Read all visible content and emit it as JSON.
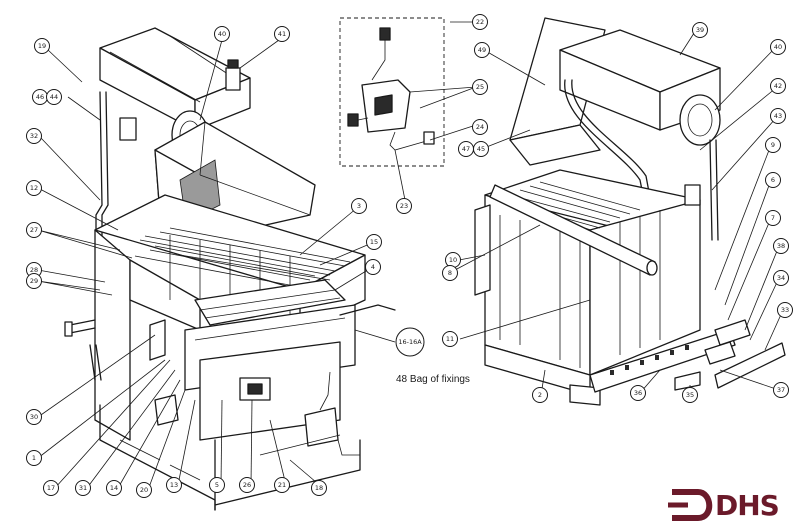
{
  "diagram": {
    "note": "48 Bag of fixings",
    "logo_text": "DHS",
    "brand_color": "#6b1a2a",
    "callouts_left": [
      "19",
      "46",
      "44",
      "32",
      "12",
      "27",
      "28",
      "29",
      "30",
      "1",
      "17",
      "31",
      "14",
      "20",
      "13",
      "5",
      "26",
      "21",
      "18",
      "40",
      "41",
      "3",
      "15",
      "4",
      "16-16A"
    ],
    "callouts_right": [
      "22",
      "25",
      "24",
      "23",
      "49",
      "39",
      "40",
      "42",
      "43",
      "47",
      "45",
      "10",
      "8",
      "11",
      "9",
      "6",
      "7",
      "38",
      "34",
      "33",
      "37",
      "35",
      "36",
      "2"
    ]
  }
}
